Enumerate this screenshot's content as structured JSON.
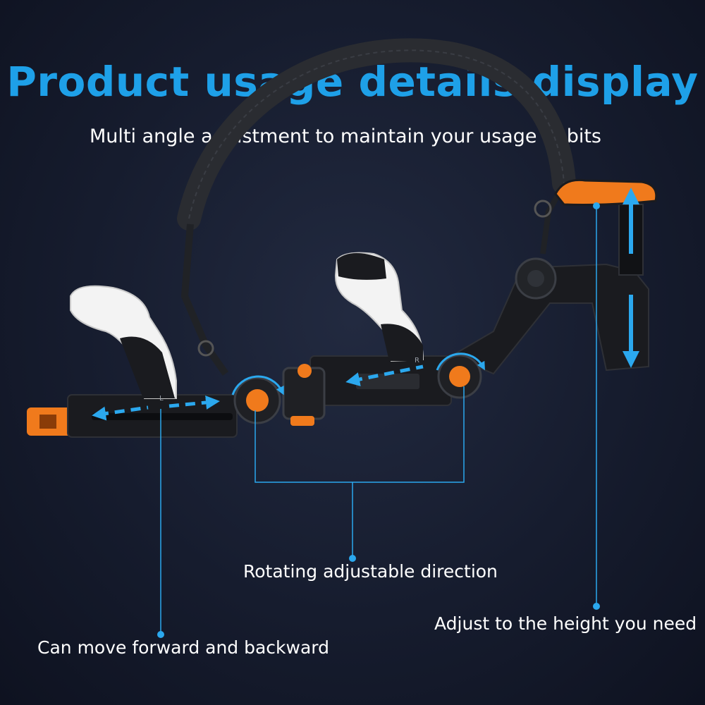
{
  "header": {
    "title": "Product usage details display",
    "subtitle": "Multi angle adjustment to maintain your usage habits"
  },
  "callouts": {
    "rotate": "Rotating adjustable direction",
    "height": "Adjust to the height you need",
    "move": "Can move forward and backward"
  },
  "controller_marks": {
    "left": "L",
    "right": "R"
  },
  "colors": {
    "accent_blue": "#1ea0e8",
    "orange": "#f07a1c",
    "background": "#161c2e"
  }
}
